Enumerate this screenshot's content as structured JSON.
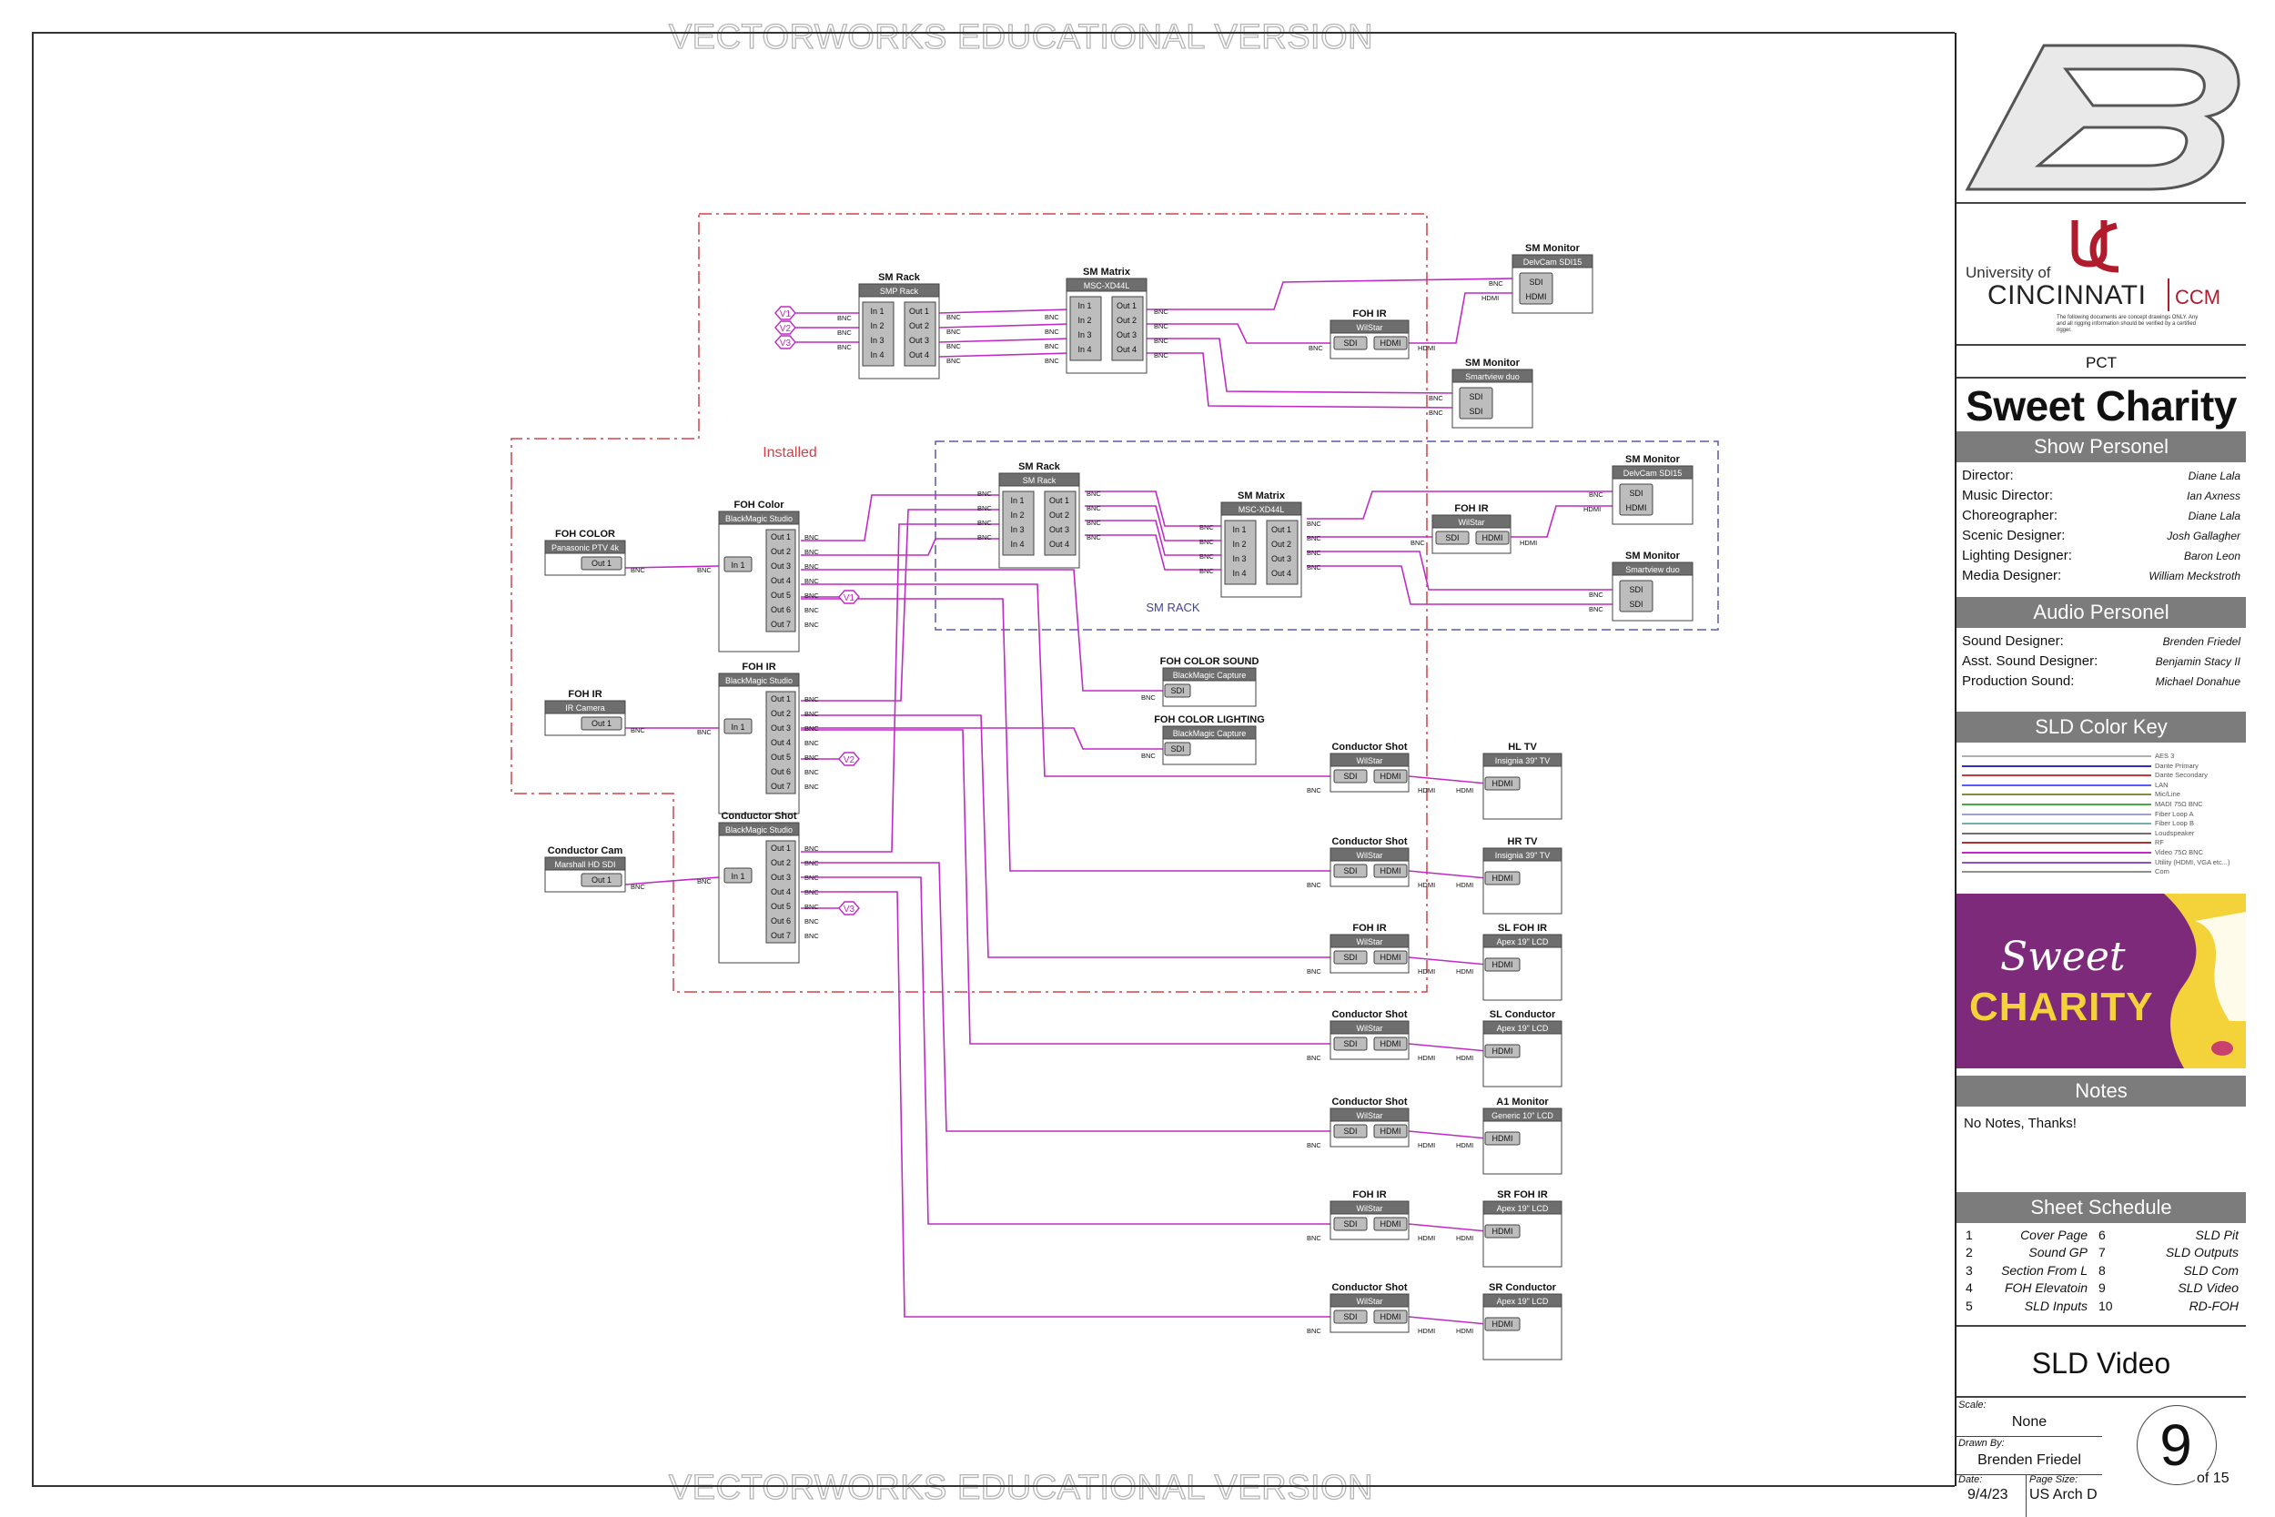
{
  "watermark": "VECTORWORKS EDUCATIONAL VERSION",
  "diagram": {
    "colors": {
      "video": "#c02ac6",
      "lan": "#3a3ab0",
      "frame": "#444444",
      "box_head": "#6e6e6e",
      "port": "#bdbdbd",
      "installed": "#d0424a",
      "rack": "#5a5aa8"
    },
    "installed_label": "Installed",
    "rack_label": "SM RACK",
    "conn": {
      "bnc": "BNC",
      "hdmi": "HDMI"
    },
    "sources": [
      {
        "title": "FOH COLOR",
        "model": "Panasonic PTV 4k",
        "port": "Out 1"
      },
      {
        "title": "FOH IR",
        "model": "IR Camera",
        "port": "Out 1"
      },
      {
        "title": "Conductor Cam",
        "model": "Marshall HD SDI",
        "port": "Out 1"
      }
    ],
    "studios": [
      {
        "title": "FOH Color",
        "model": "BlackMagic Studio",
        "in": "In 1",
        "outs": [
          "Out 1",
          "Out 2",
          "Out 3",
          "Out 4",
          "Out 5",
          "Out 6",
          "Out 7"
        ],
        "tag": "V1"
      },
      {
        "title": "FOH IR",
        "model": "BlackMagic Studio",
        "in": "In 1",
        "outs": [
          "Out 1",
          "Out 2",
          "Out 3",
          "Out 4",
          "Out 5",
          "Out 6",
          "Out 7"
        ],
        "tag": "V2"
      },
      {
        "title": "Conductor Shot",
        "model": "BlackMagic Studio",
        "in": "In 1",
        "outs": [
          "Out 1",
          "Out 2",
          "Out 3",
          "Out 4",
          "Out 5",
          "Out 6",
          "Out 7"
        ],
        "tag": "V3"
      }
    ],
    "top_racks": [
      {
        "title": "SM Rack",
        "model": "SMP Rack",
        "ins": [
          "In 1",
          "In 2",
          "In 3",
          "In 4"
        ],
        "outs": [
          "Out 1",
          "Out 2",
          "Out 3",
          "Out 4"
        ],
        "tags": [
          "V1",
          "V2",
          "V3"
        ]
      },
      {
        "title": "SM Rack",
        "model": "SM Rack",
        "ins": [
          "In 1",
          "In 2",
          "In 3",
          "In 4"
        ],
        "outs": [
          "Out 1",
          "Out 2",
          "Out 3",
          "Out 4"
        ]
      }
    ],
    "matrices": [
      {
        "title": "SM Matrix",
        "model": "MSC-XD44L",
        "ins": [
          "In 1",
          "In 2",
          "In 3",
          "In 4"
        ],
        "outs": [
          "Out 1",
          "Out 2",
          "Out 3",
          "Out 4"
        ]
      },
      {
        "title": "SM Matrix",
        "model": "MSC-XD44L",
        "ins": [
          "In 1",
          "In 2",
          "In 3",
          "In 4"
        ],
        "outs": [
          "Out 1",
          "Out 2",
          "Out 3",
          "Out 4"
        ]
      }
    ],
    "monitors_top": [
      {
        "title": "SM Monitor",
        "model": "DelvCam SDI15",
        "ports": [
          "SDI",
          "HDMI"
        ]
      },
      {
        "title": "FOH IR",
        "model": "WilStar",
        "ports": [
          "SDI",
          "HDMI"
        ]
      },
      {
        "title": "SM Monitor",
        "model": "Smartview duo",
        "ports": [
          "SDI",
          "SDI"
        ]
      },
      {
        "title": "SM Monitor",
        "model": "DelvCam SDI15",
        "ports": [
          "SDI",
          "HDMI"
        ]
      },
      {
        "title": "FOH IR",
        "model": "WilStar",
        "ports": [
          "SDI",
          "HDMI"
        ]
      },
      {
        "title": "SM Monitor",
        "model": "Smartview duo",
        "ports": [
          "SDI",
          "SDI"
        ]
      }
    ],
    "captures": [
      {
        "title": "FOH COLOR SOUND",
        "model": "BlackMagic Capture",
        "port": "SDI"
      },
      {
        "title": "FOH COLOR LIGHTING",
        "model": "BlackMagic Capture",
        "port": "SDI"
      }
    ],
    "outputs": [
      {
        "conv_title": "Conductor Shot",
        "conv_model": "WilStar",
        "disp_title": "HL TV",
        "disp_model": "Insignia 39\" TV"
      },
      {
        "conv_title": "Conductor Shot",
        "conv_model": "WilStar",
        "disp_title": "HR TV",
        "disp_model": "Insignia 39\" TV"
      },
      {
        "conv_title": "FOH IR",
        "conv_model": "WilStar",
        "disp_title": "SL FOH IR",
        "disp_model": "Apex 19\" LCD"
      },
      {
        "conv_title": "Conductor Shot",
        "conv_model": "WilStar",
        "disp_title": "SL Conductor",
        "disp_model": "Apex 19\" LCD"
      },
      {
        "conv_title": "Conductor Shot",
        "conv_model": "WilStar",
        "disp_title": "A1 Monitor",
        "disp_model": "Generic 10\" LCD"
      },
      {
        "conv_title": "FOH IR",
        "conv_model": "WilStar",
        "disp_title": "SR FOH IR",
        "disp_model": "Apex 19\" LCD"
      },
      {
        "conv_title": "Conductor Shot",
        "conv_model": "WilStar",
        "disp_title": "SR Conductor",
        "disp_model": "Apex 19\" LCD"
      }
    ],
    "port_sdi": "SDI",
    "port_hdmi": "HDMI"
  },
  "titleblock": {
    "logo_letters": "B",
    "uc_small": "University of",
    "uc_big": "CINCINNATI",
    "ccm": "CCM",
    "disclaimer_1": "The following documents are concept drawings ONLY. Any",
    "disclaimer_2": "and all rigging information should be verified by a certified",
    "disclaimer_3": "rigger.",
    "venue": "PCT",
    "show": "Sweet Charity",
    "show_personel_head": "Show Personel",
    "show_personel": [
      {
        "role": "Director:",
        "name": "Diane Lala"
      },
      {
        "role": "Music Director:",
        "name": "Ian Axness"
      },
      {
        "role": "Choreographer:",
        "name": "Diane Lala"
      },
      {
        "role": "Scenic Designer:",
        "name": "Josh Gallagher"
      },
      {
        "role": "Lighting Designer:",
        "name": "Baron Leon"
      },
      {
        "role": "Media Designer:",
        "name": "William Meckstroth"
      }
    ],
    "audio_personel_head": "Audio Personel",
    "audio_personel": [
      {
        "role": "Sound Designer:",
        "name": "Brenden Friedel"
      },
      {
        "role": "Asst. Sound Designer:",
        "name": "Benjamin Stacy II"
      },
      {
        "role": "Production Sound:",
        "name": "Michael Donahue"
      }
    ],
    "color_key_head": "SLD Color Key",
    "color_key": [
      {
        "label": "AES 3",
        "color": "#b0b0b0"
      },
      {
        "label": "Dante Primary",
        "color": "#2f2fc8"
      },
      {
        "label": "Dante Secondary",
        "color": "#c83a3a"
      },
      {
        "label": "LAN",
        "color": "#5a5aff"
      },
      {
        "label": "Mic/Line",
        "color": "#8a8a3a"
      },
      {
        "label": "MADI 75Ω BNC",
        "color": "#40b040"
      },
      {
        "label": "Fiber Loop A",
        "color": "#a0a0d0"
      },
      {
        "label": "Fiber Loop B",
        "color": "#70b0b0"
      },
      {
        "label": "Loudspeaker",
        "color": "#707070"
      },
      {
        "label": "RF",
        "color": "#b03030"
      },
      {
        "label": "Video 75Ω BNC",
        "color": "#c02ac6"
      },
      {
        "label": "Utility (HDMI, VGA etc...)",
        "color": "#9050c0"
      },
      {
        "label": "Com",
        "color": "#909090"
      }
    ],
    "poster_line1": "Sweet",
    "poster_line2": "CHARITY",
    "notes_head": "Notes",
    "notes": "No Notes, Thanks!",
    "schedule_head": "Sheet Schedule",
    "schedule": [
      {
        "n": "1",
        "name": "Cover Page",
        "n2": "6",
        "name2": "SLD Pit"
      },
      {
        "n": "2",
        "name": "Sound GP",
        "n2": "7",
        "name2": "SLD Outputs"
      },
      {
        "n": "3",
        "name": "Section From L",
        "n2": "8",
        "name2": "SLD Com"
      },
      {
        "n": "4",
        "name": "FOH Elevatoin",
        "n2": "9",
        "name2": "SLD Video"
      },
      {
        "n": "5",
        "name": "SLD Inputs",
        "n2": "10",
        "name2": "RD-FOH"
      }
    ],
    "sheet_title": "SLD Video",
    "scale_label": "Scale:",
    "scale": "None",
    "drawn_label": "Drawn By:",
    "drawn": "Brenden Friedel",
    "date_label": "Date:",
    "date": "9/4/23",
    "size_label": "Page Size:",
    "size": "US Arch D",
    "sheet_num": "9",
    "sheet_of": "of 15"
  }
}
